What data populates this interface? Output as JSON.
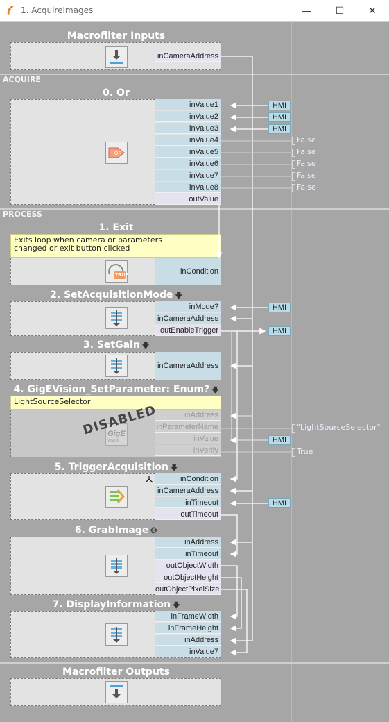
{
  "window": {
    "title": "1. AcquireImages"
  },
  "macro_inputs": {
    "title": "Macrofilter Inputs",
    "port": "inCameraAddress"
  },
  "macro_outputs": {
    "title": "Macrofilter Outputs"
  },
  "sections": {
    "acquire": "ACQUIRE",
    "process": "PROCESS"
  },
  "filters": {
    "or": {
      "title": "0. Or",
      "ports": [
        "inValue1",
        "inValue2",
        "inValue3",
        "inValue4",
        "inValue5",
        "inValue6",
        "inValue7",
        "inValue8",
        "outValue"
      ]
    },
    "exit": {
      "title": "1. Exit",
      "note": "Exits loop when camera or parameters\n changed or exit button clicked",
      "ports": [
        "inCondition"
      ],
      "icon_text": "TRUE"
    },
    "setacq": {
      "title": "2. SetAcquisitionMode",
      "ports": [
        "inMode?",
        "inCameraAddress",
        "outEnableTrigger"
      ]
    },
    "setgain": {
      "title": "3. SetGain",
      "ports": [
        "inCameraAddress"
      ]
    },
    "gige": {
      "title": "4. GigEVision_SetParameter: Enum?",
      "note": "LightSourceSelector",
      "stamp": "DISABLED",
      "logo": "GigE",
      "logo_sub": "VISION",
      "ports": [
        "inAddress",
        "inParameterName",
        "inValue",
        "inVerify"
      ]
    },
    "trigger": {
      "title": "5. TriggerAcquisition",
      "ports": [
        "inCondition",
        "inCameraAddress",
        "inTimeout",
        "outTimeout"
      ]
    },
    "grab": {
      "title": "6. GrabImage",
      "ports": [
        "inAddress",
        "inTimeout",
        "outObjectWidth",
        "outObjectHeight",
        "outObjectPixelSize"
      ]
    },
    "display": {
      "title": "7. DisplayInformation",
      "ports": [
        "inFrameWidth",
        "inFrameHeight",
        "inAddress",
        "inValue7"
      ]
    }
  },
  "hmi_label": "HMI",
  "constants": {
    "false": "False",
    "true": "True",
    "light": "\"LightSourceSelector\""
  },
  "colors": {
    "background": "#a6a6a6",
    "input_port": "#c9dde6",
    "output_port": "#e5e3f0",
    "hmi": "#b8dbe6",
    "note": "#ffffc4"
  }
}
